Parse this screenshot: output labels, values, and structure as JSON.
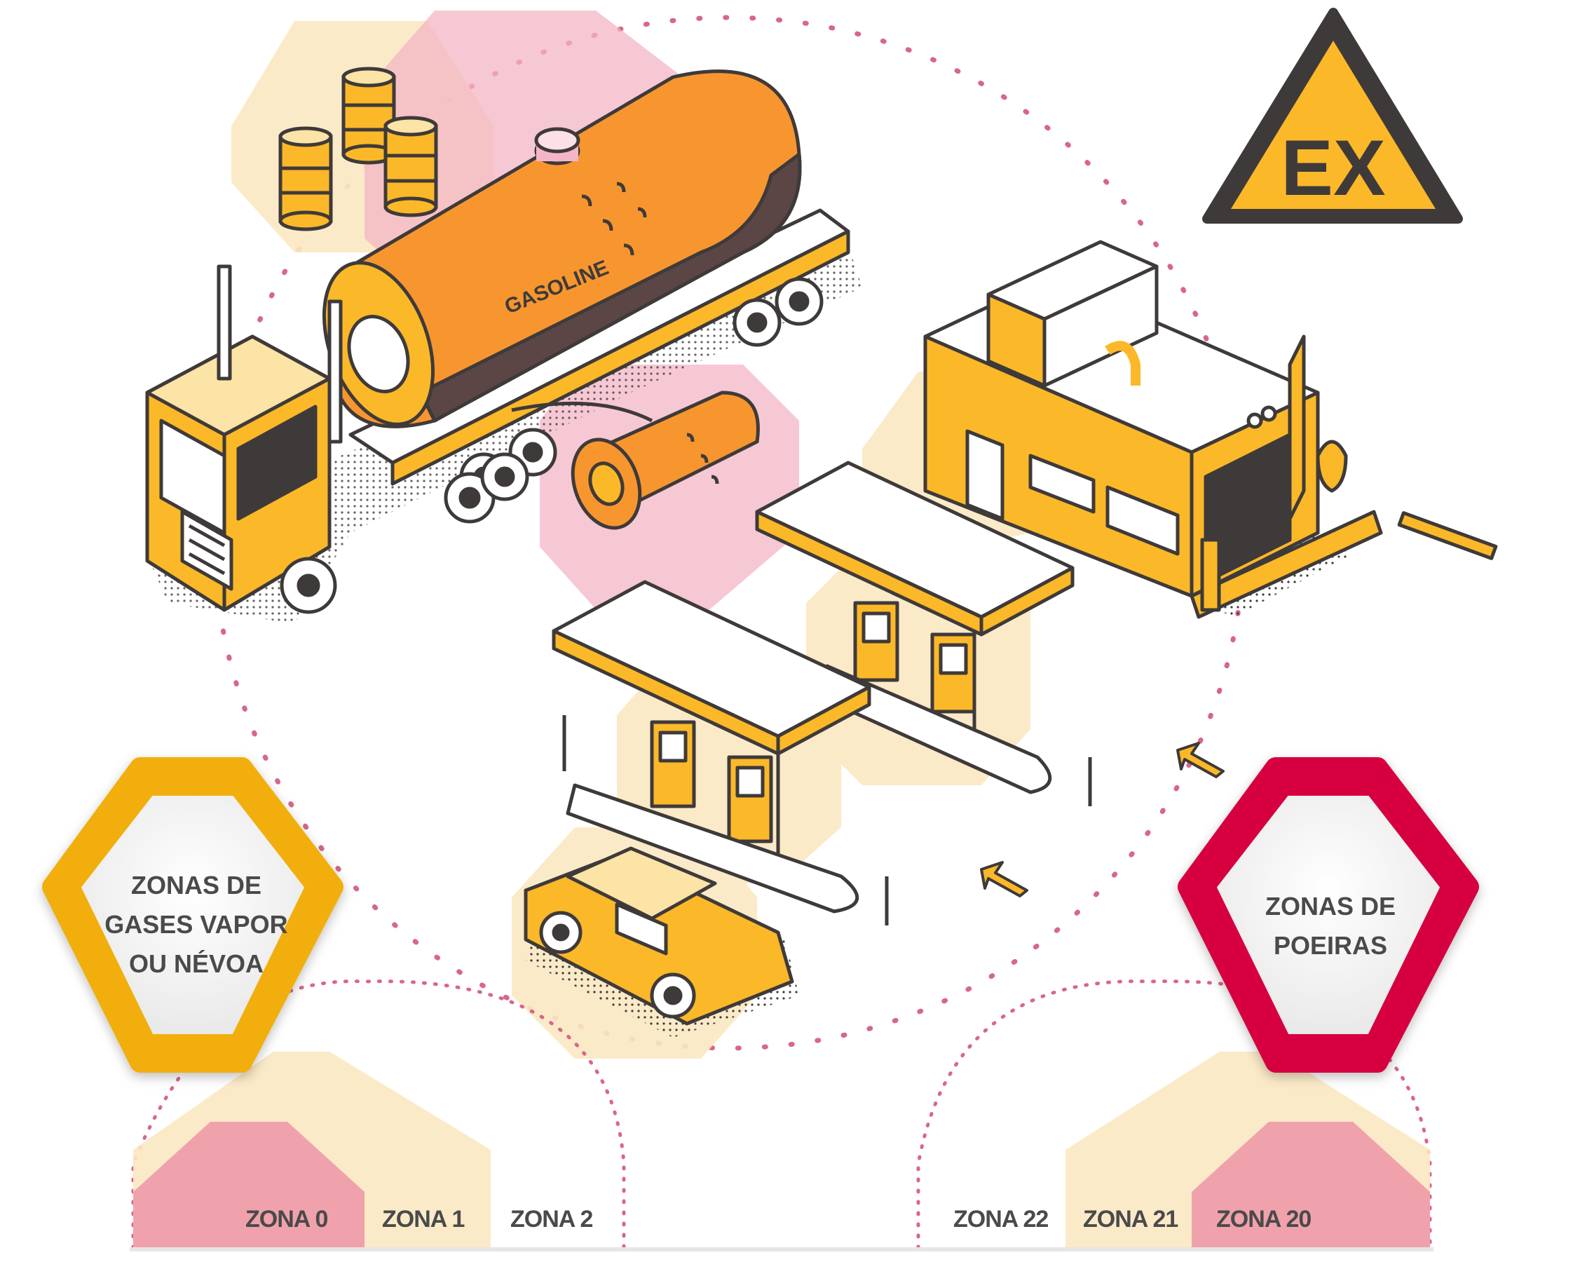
{
  "colors": {
    "yellow": "#fbb828",
    "orange": "#f7962f",
    "dark": "#3f3a3a",
    "crimson": "#d6003f",
    "gold_ring": "#f1ae08",
    "pink_hex": "#f3b6c6",
    "cream_hex": "#fbe8c2",
    "dots": "#d9668a"
  },
  "sign": {
    "icon": "ex-warning-icon",
    "text": "EX"
  },
  "tanker": {
    "label": "GASOLINE"
  },
  "gas_panel": {
    "title": "ZONAS DE GASES VAPOR OU NÉVOA",
    "lines": [
      "ZONAS DE",
      "GASES VAPOR",
      "OU NÉVOA"
    ]
  },
  "dust_panel": {
    "title": "ZONAS DE POEIRAS",
    "lines": [
      "ZONAS DE",
      "POEIRAS"
    ]
  },
  "gas_zones": [
    "ZONA 0",
    "ZONA 1",
    "ZONA 2"
  ],
  "dust_zones": [
    "ZONA 22",
    "ZONA 21",
    "ZONA 20"
  ]
}
